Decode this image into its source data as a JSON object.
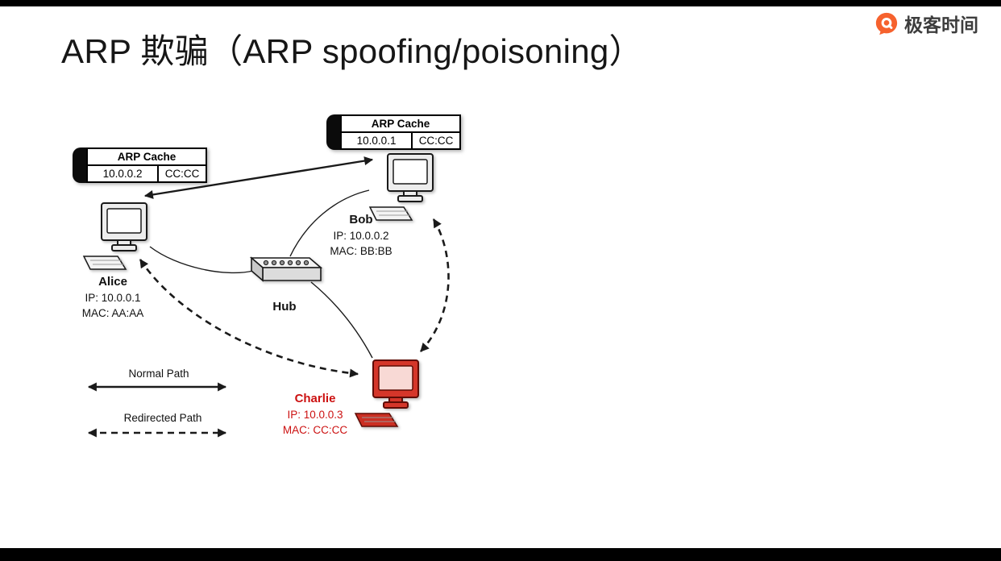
{
  "slide": {
    "title": "ARP 欺骗（ARP spoofing/poisoning）"
  },
  "brand": {
    "name": "极客时间",
    "color": "#F6622E"
  },
  "diagram": {
    "bob_cache": {
      "title": "ARP Cache",
      "ip": "10.0.0.1",
      "mac": "CC:CC"
    },
    "alice_cache": {
      "title": "ARP Cache",
      "ip": "10.0.0.2",
      "mac": "CC:CC"
    },
    "alice": {
      "name": "Alice",
      "ip": "IP: 10.0.0.1",
      "mac": "MAC: AA:AA"
    },
    "bob": {
      "name": "Bob",
      "ip": "IP: 10.0.0.2",
      "mac": "MAC: BB:BB"
    },
    "hub": {
      "name": "Hub"
    },
    "charlie": {
      "name": "Charlie",
      "ip": "IP: 10.0.0.3",
      "mac": "MAC: CC:CC",
      "color": "#CC1111"
    },
    "legend": {
      "normal": "Normal Path",
      "redirected": "Redirected Path"
    }
  }
}
